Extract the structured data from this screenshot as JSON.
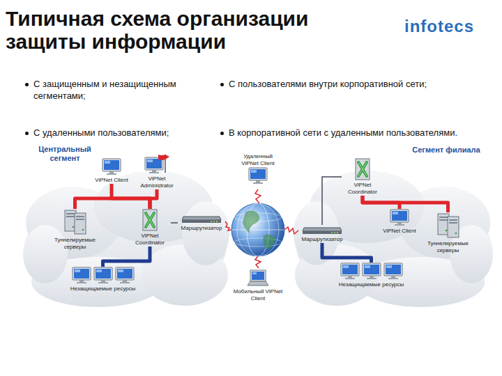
{
  "diagram": {
    "title": "Типичная схема организации защиты информации",
    "nodes": [
      {
        "text": [
          "Центральный сегмент"
        ]
      },
      {
        "text": [
          "ViPNet Client"
        ],
        "in": 0
      },
      {
        "text": [
          "ViPNet Administrator"
        ],
        "in": 0
      },
      {
        "text": [
          "Туннелируемые серверы"
        ],
        "in": 0
      },
      {
        "text": [
          "ViPNet Coordinator"
        ],
        "in": 0
      },
      {
        "text": [
          "Маршрутизатор"
        ],
        "in": 0
      },
      {
        "text": [
          "Незащищаемые ресурсы"
        ],
        "in": 0
      },
      {
        "text": [
          "Удаленный ViPNet Client"
        ]
      },
      {
        "text": [
          "Мобильный ViPNet Client"
        ]
      },
      {
        "text": [
          "Сегмент филиала"
        ]
      },
      {
        "text": [
          "ViPNet Coordinator"
        ],
        "in": 9
      },
      {
        "text": [
          "ViPNet Client"
        ],
        "in": 9
      },
      {
        "text": [
          "Туннелируемые серверы"
        ],
        "in": 9
      },
      {
        "text": [
          "Маршрутизатор"
        ],
        "in": 9
      },
      {
        "text": [
          "Незащищаемые ресурсы"
        ],
        "in": 9
      }
    ],
    "edges": [
      {
        "from": 4,
        "to": 1,
        "arrow": "none"
      },
      {
        "from": 4,
        "to": 2,
        "arrow": "none"
      },
      {
        "from": 4,
        "to": 3,
        "arrow": "none"
      },
      {
        "from": 4,
        "to": 6,
        "arrow": "none"
      },
      {
        "from": 4,
        "to": 5,
        "arrow": "none"
      },
      {
        "from": 10,
        "to": 11,
        "arrow": "none"
      },
      {
        "from": 10,
        "to": 12,
        "arrow": "none"
      },
      {
        "from": 13,
        "to": 10,
        "arrow": "none"
      },
      {
        "from": 13,
        "to": 14,
        "arrow": "none"
      }
    ],
    "labels": [
      "infotecs",
      "С защищенным и незащищенным сегментами;",
      "С удаленными пользователями;",
      "С пользователями внутри корпоративной сети;",
      "В корпоративной сети с удаленными пользователями."
    ]
  }
}
